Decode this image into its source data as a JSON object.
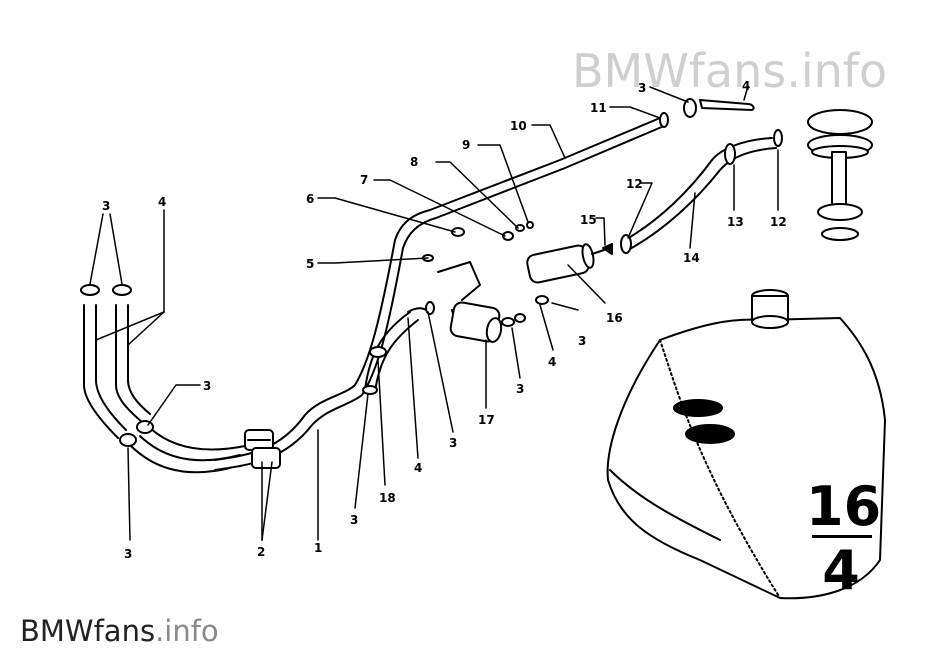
{
  "watermark": {
    "top": "BMWfans.info",
    "bottom_main": "BMWfans",
    "bottom_suffix": ".info"
  },
  "group": {
    "number": "16",
    "sub": "4"
  },
  "callouts": {
    "c_10": "10",
    "c_9": "9",
    "c_8": "8",
    "c_7": "7",
    "c_6": "6",
    "c_5": "5",
    "c_3_top": "3",
    "c_4_top": "4",
    "c_11": "11",
    "c_12_a": "12",
    "c_12_b": "12",
    "c_13": "13",
    "c_14": "14",
    "c_15": "15",
    "c_16": "16",
    "c_17": "17",
    "c_18": "18",
    "c_3_left_top": "3",
    "c_4_left_top": "4",
    "c_3_mid_left": "3",
    "c_3_bottom_left": "3",
    "c_2": "2",
    "c_1": "1",
    "c_3_under18": "3",
    "c_4_mid": "4",
    "c_3_mid": "3",
    "c_3_under17": "3",
    "c_4_right": "4",
    "c_3_right": "3"
  }
}
